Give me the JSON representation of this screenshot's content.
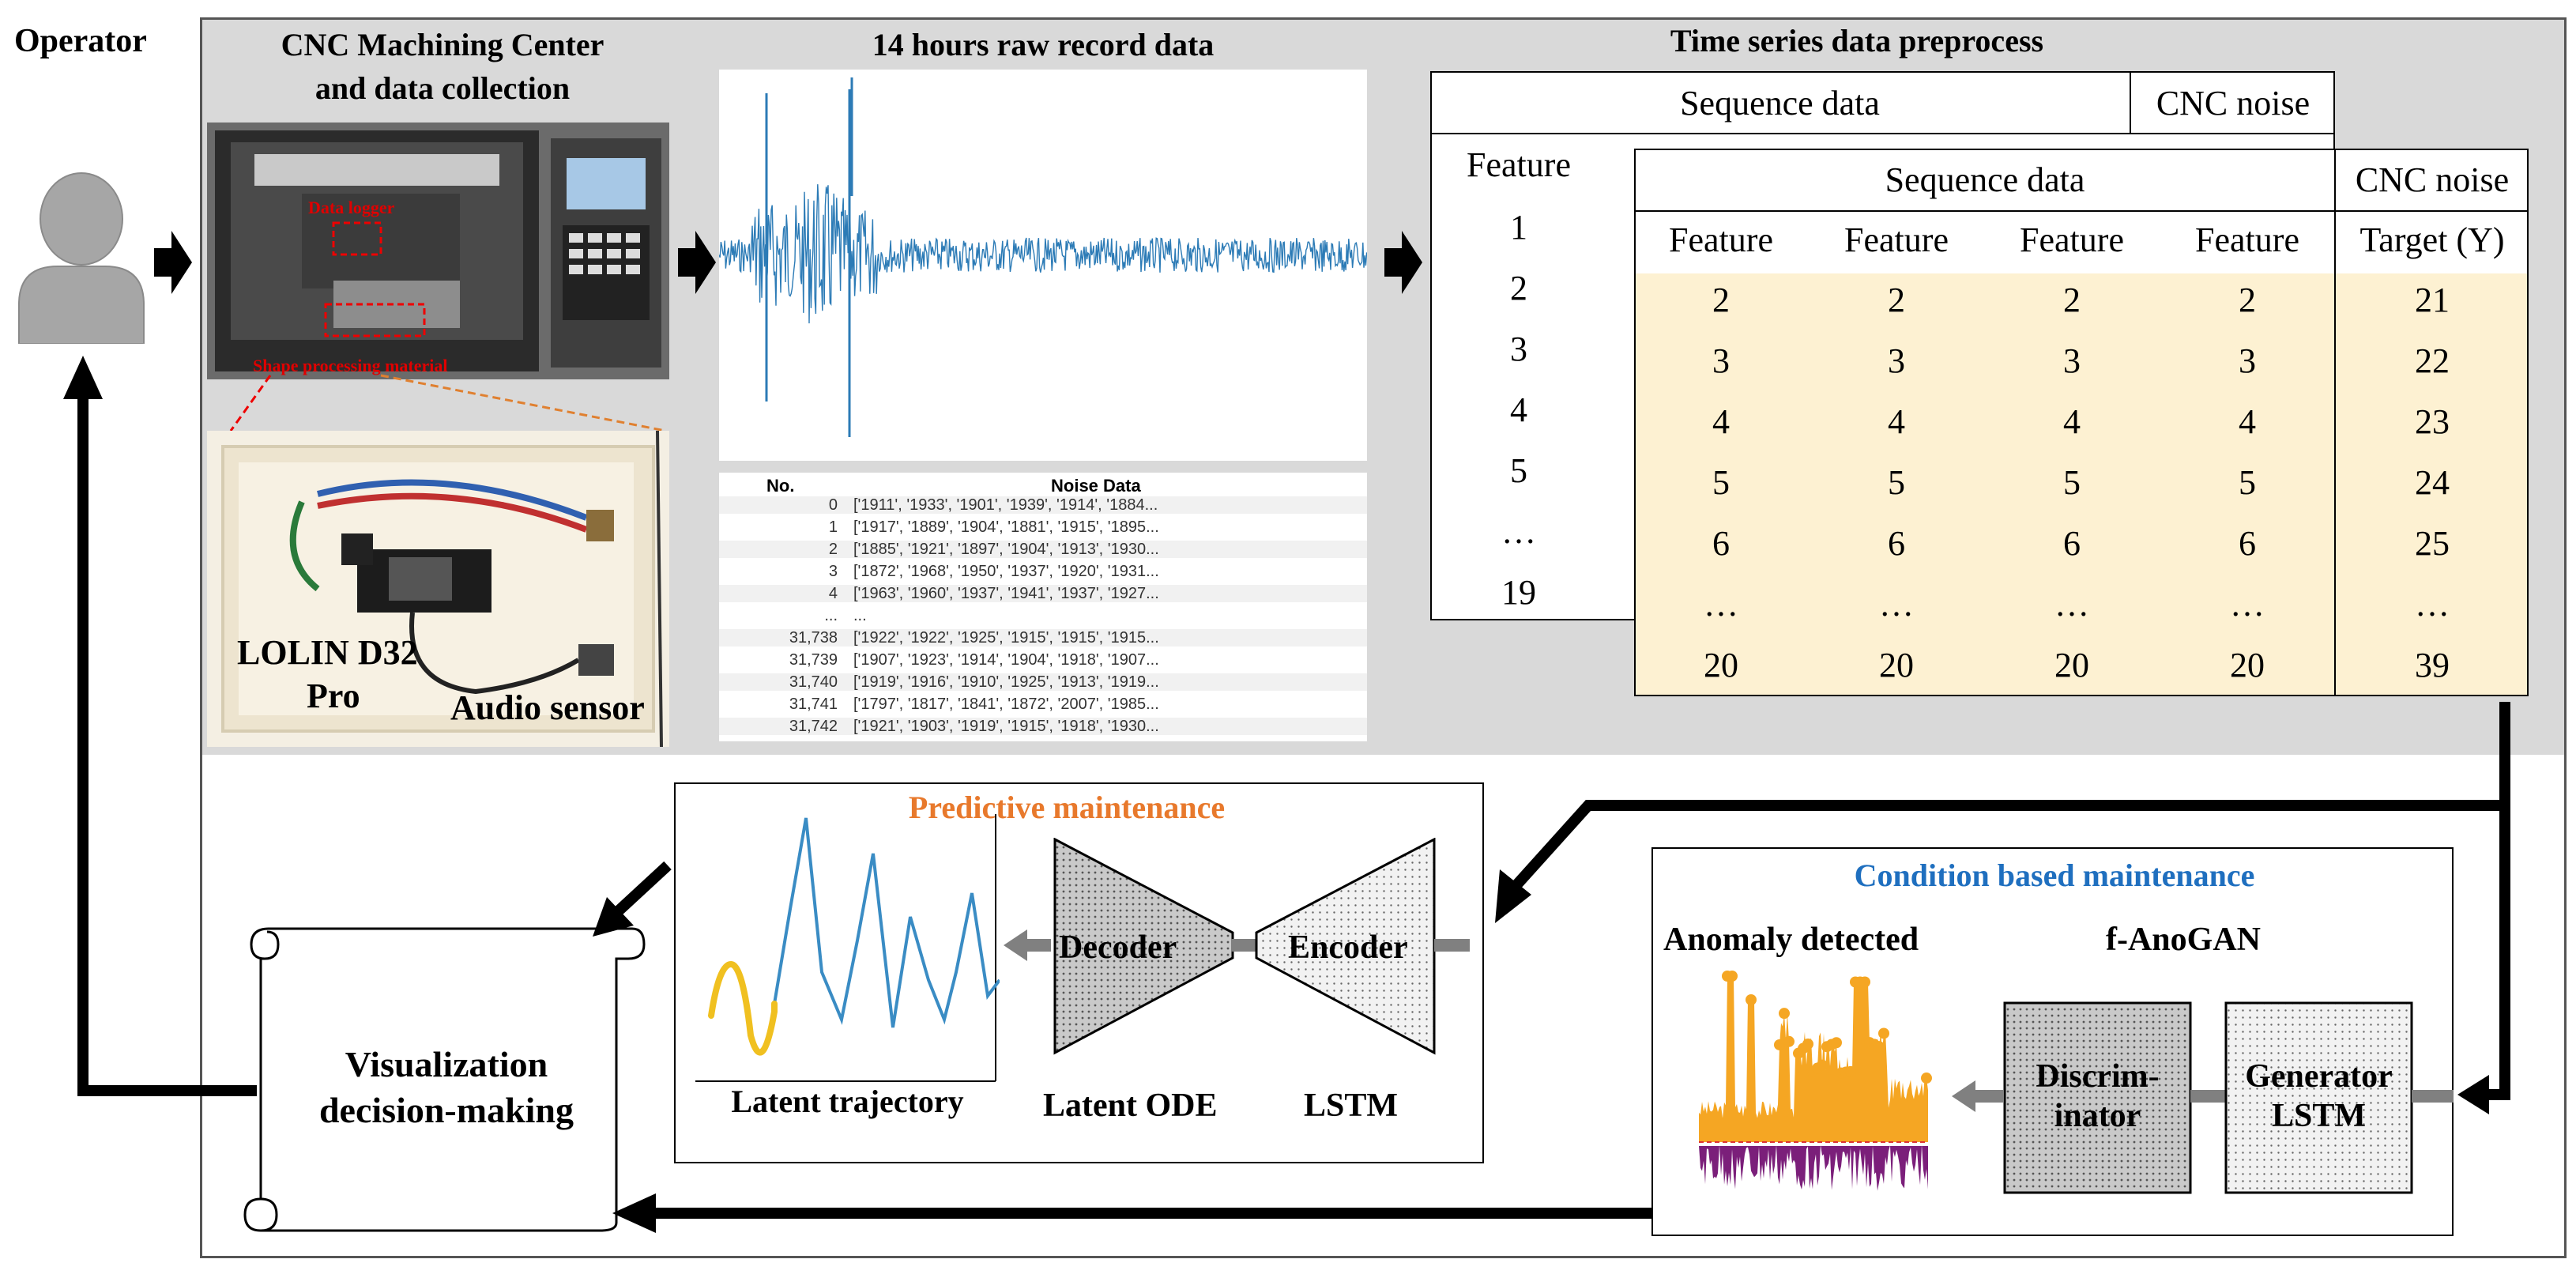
{
  "operator": {
    "label": "Operator"
  },
  "sections": {
    "machining": {
      "title_line1": "CNC Machining Center",
      "title_line2": "and data collection"
    },
    "raw": {
      "title": "14 hours raw record data"
    },
    "preprocess": {
      "title": "Time series data preprocess"
    },
    "predictive": {
      "title": "Predictive maintenance",
      "color": "#e8792c"
    },
    "condition": {
      "title": "Condition based maintenance",
      "color": "#1f6fbf"
    }
  },
  "photo": {
    "data_logger": "Data logger",
    "shape_processing": "Shape processing material",
    "board_line1": "LOLIN D32",
    "board_line2": "Pro",
    "audio_sensor": "Audio sensor"
  },
  "noise_table": {
    "col_no": "No.",
    "col_data": "Noise Data",
    "rows": [
      {
        "no": "0",
        "data": "['1911', '1933', '1901', '1939', '1914', '1884..."
      },
      {
        "no": "1",
        "data": "['1917', '1889', '1904', '1881', '1915', '1895..."
      },
      {
        "no": "2",
        "data": "['1885', '1921', '1897', '1904', '1913', '1930..."
      },
      {
        "no": "3",
        "data": "['1872', '1968', '1950', '1937', '1920', '1931..."
      },
      {
        "no": "4",
        "data": "['1963', '1960', '1937', '1941', '1937', '1927..."
      },
      {
        "no": "...",
        "data": "..."
      },
      {
        "no": "31,738",
        "data": "['1922', '1922', '1925', '1915', '1915', '1915..."
      },
      {
        "no": "31,739",
        "data": "['1907', '1923', '1914', '1904', '1918', '1907..."
      },
      {
        "no": "31,740",
        "data": "['1919', '1916', '1910', '1925', '1913', '1919..."
      },
      {
        "no": "31,741",
        "data": "['1797', '1817', '1841', '1872', '2007', '1985..."
      },
      {
        "no": "31,742",
        "data": "['1921', '1903', '1919', '1915', '1918', '1930..."
      }
    ]
  },
  "back_table": {
    "header_seq": "Sequence data",
    "header_noise": "CNC noise",
    "feature_label": "Feature",
    "feature_values": [
      "1",
      "2",
      "3",
      "4",
      "5",
      "…",
      "19"
    ]
  },
  "front_table": {
    "header_seq": "Sequence data",
    "header_noise": "CNC noise",
    "col_headers": [
      "Feature",
      "Feature",
      "Feature",
      "Feature",
      "Target (Y)"
    ],
    "rows": [
      [
        "2",
        "2",
        "2",
        "2",
        "21"
      ],
      [
        "3",
        "3",
        "3",
        "3",
        "22"
      ],
      [
        "4",
        "4",
        "4",
        "4",
        "23"
      ],
      [
        "5",
        "5",
        "5",
        "5",
        "24"
      ],
      [
        "6",
        "6",
        "6",
        "6",
        "25"
      ],
      [
        "…",
        "…",
        "…",
        "…",
        "…"
      ],
      [
        "20",
        "20",
        "20",
        "20",
        "39"
      ]
    ],
    "highlight_color": "#fdf1d2"
  },
  "predictive": {
    "latent_trajectory": "Latent trajectory",
    "decoder": "Decoder",
    "encoder": "Encoder",
    "latent_ode": "Latent ODE",
    "lstm": "LSTM"
  },
  "condition": {
    "anomaly": "Anomaly detected",
    "fanogan": "f-AnoGAN",
    "disc_line1": "Discrim-",
    "disc_line2": "inator",
    "gen_line1": "Generator",
    "gen_line2": "LSTM"
  },
  "visualization": {
    "line1": "Visualization",
    "line2": "decision-making"
  },
  "colors": {
    "signal": "#2c7bb6",
    "trajectory_blue": "#3a8cc4",
    "trajectory_yellow": "#f0c020",
    "anomaly_orange": "#f5a623",
    "anomaly_purple": "#7b1f7a",
    "gray_panel": "#d9d9d9"
  }
}
